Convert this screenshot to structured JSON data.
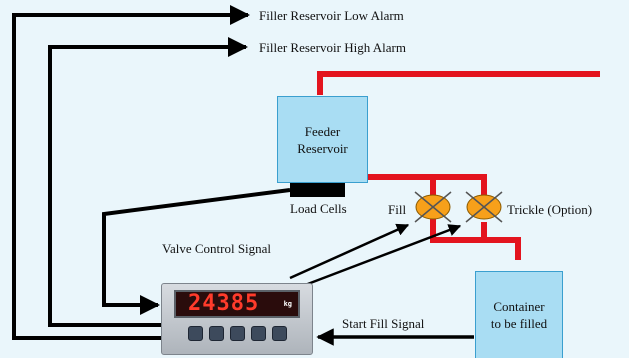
{
  "labels": {
    "low_alarm": "Filler Reservoir  Low Alarm",
    "high_alarm": "Filler Reservoir  High Alarm",
    "feeder_line1": "Feeder",
    "feeder_line2": "Reservoir",
    "load_cells": "Load Cells",
    "fill": "Fill",
    "trickle": "Trickle (Option)",
    "valve_control": "Valve Control Signal",
    "container_line1": "Container",
    "container_line2": "to be filled",
    "start_fill": "Start Fill Signal"
  },
  "controller": {
    "display_value": "24385",
    "unit": "kg",
    "display_color": "#ff3b2b"
  },
  "colors": {
    "background": "#eaf6fb",
    "pipe": "#e3141e",
    "box_fill": "#a9ddf3",
    "box_border": "#3a9fcf",
    "signal_line": "#000000",
    "valve_fill": "#f7a01a"
  }
}
